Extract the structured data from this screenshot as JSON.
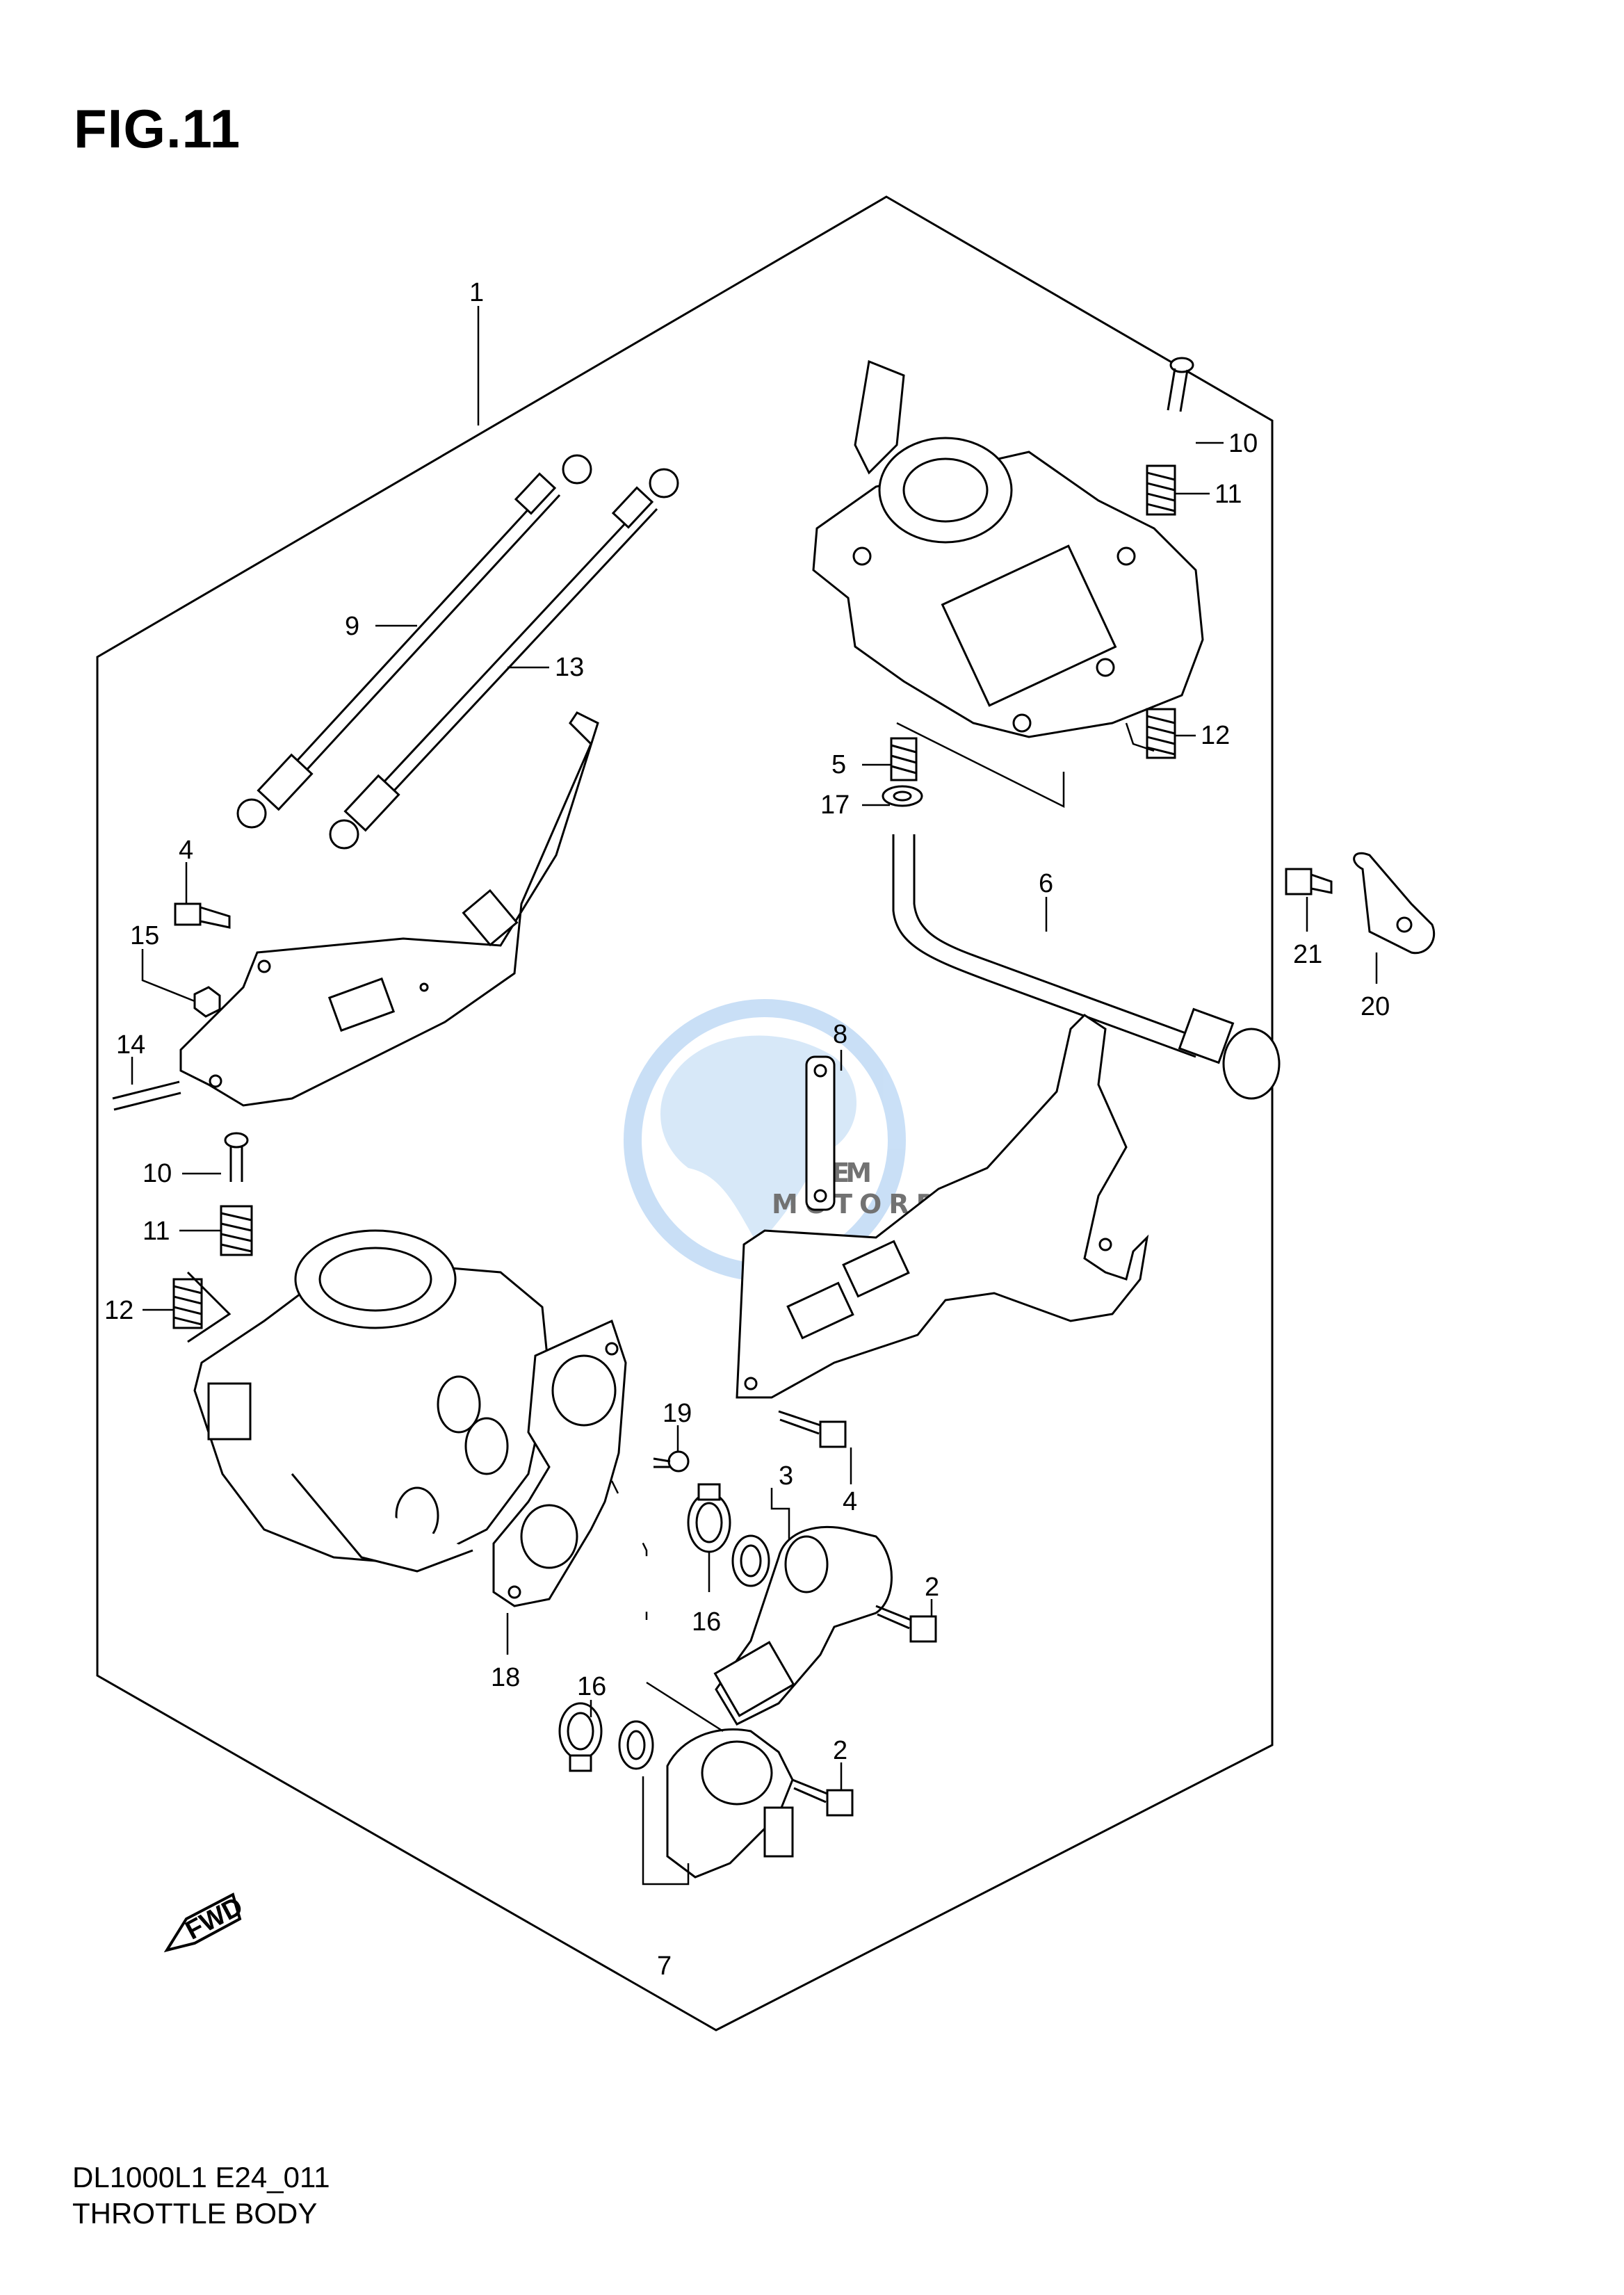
{
  "figure": {
    "title": "FIG.11"
  },
  "footer": {
    "model_code": "DL1000L1 E24_011",
    "section_name": "THROTTLE BODY"
  },
  "watermark": {
    "brand": "OEM",
    "subtitle": "MOTORPARTS",
    "icon": "globe-icon",
    "color": "#9ec6f0"
  },
  "fwd_marker": {
    "label": "FWD",
    "icon": "forward-arrow-icon"
  },
  "callouts": [
    "1",
    "9",
    "13",
    "4",
    "15",
    "14",
    "10",
    "11",
    "12",
    "10",
    "11",
    "12",
    "5",
    "17",
    "6",
    "21",
    "20",
    "8",
    "19",
    "3",
    "4",
    "2",
    "16",
    "18",
    "16",
    "2",
    "7"
  ]
}
